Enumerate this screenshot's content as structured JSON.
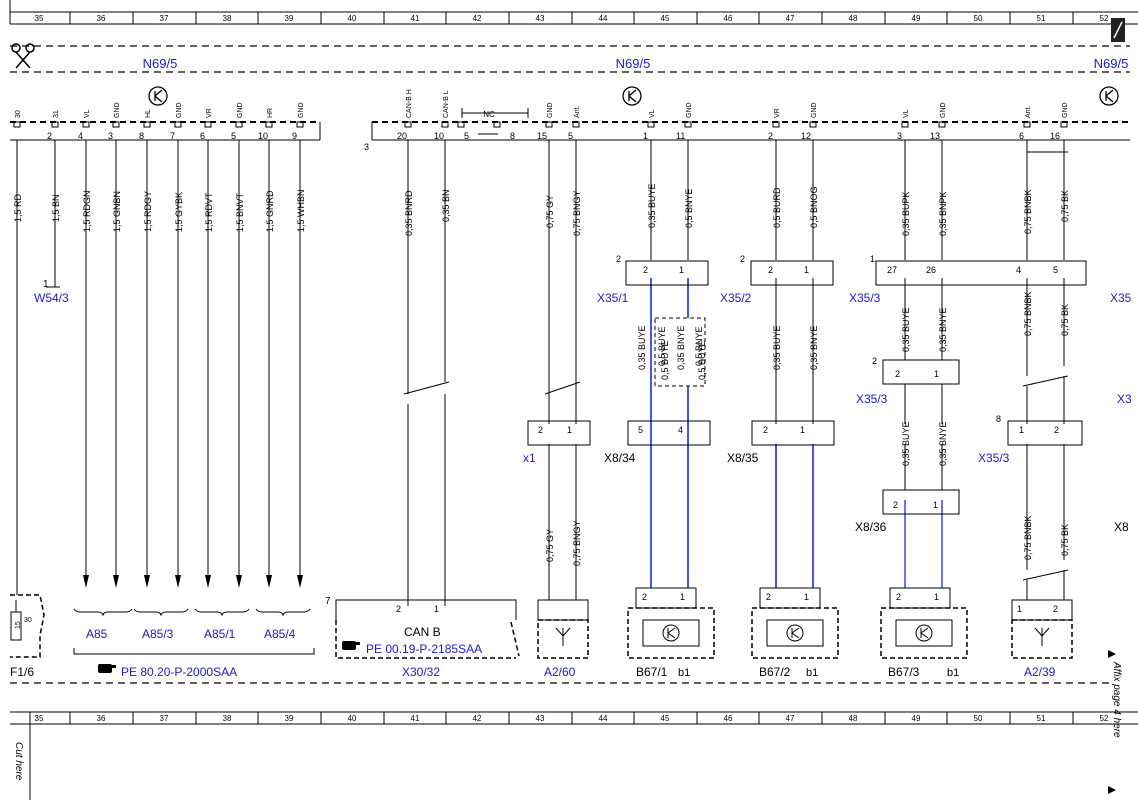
{
  "ruler": {
    "top": [
      "35",
      "36",
      "37",
      "38",
      "39",
      "40",
      "41",
      "42",
      "43",
      "44",
      "45",
      "46",
      "47",
      "48",
      "49",
      "50",
      "51",
      "52"
    ],
    "bottom": [
      "35",
      "36",
      "37",
      "38",
      "39",
      "40",
      "41",
      "42",
      "43",
      "44",
      "45",
      "46",
      "47",
      "48",
      "49",
      "50",
      "51",
      "52"
    ]
  },
  "module": {
    "left": "N69/5",
    "mid": "N69/5",
    "right": "N69/5"
  },
  "side_text": {
    "affix": "Affix page 4 here",
    "cut": "Cut here"
  },
  "pins": {
    "p30": "30",
    "p31": "31",
    "p1": "VL",
    "p2": "GND",
    "p3": "HL",
    "p4": "GND",
    "p5": "VR",
    "p6": "GND",
    "p7": "HR",
    "p8": "GND",
    "p9": "CAN-B H",
    "p10": "CAN-B L",
    "nc": "NC",
    "p11": "GND",
    "p12": "Ant.",
    "p13": "VL",
    "p14": "GND",
    "p15": "VR",
    "p16": "GND",
    "p17": "VL",
    "p18": "GND",
    "p19": "Ant.",
    "p20": "GND"
  },
  "pin_numbers": {
    "a": "2",
    "b": "4",
    "c": "3",
    "d": "8",
    "e": "7",
    "f": "6",
    "g": "5",
    "h": "10",
    "i": "9",
    "j": "3",
    "k": "20",
    "l": "10",
    "m": "5",
    "n": "8",
    "o": "15",
    "p": "5",
    "q": "1",
    "r": "11",
    "s": "2",
    "t": "12",
    "u": "3",
    "v": "13",
    "w": "6",
    "x": "16"
  },
  "wires": {
    "w1": "1,5 RD",
    "w2": "1,5 BN",
    "w3": "1,5 RDGN",
    "w4": "1,5 GNBN",
    "w5": "1,5 RDGY",
    "w6": "1,5 GYBK",
    "w7": "1,5 RDVT",
    "w8": "1,5 BNVT",
    "w9": "1,5 GNRD",
    "w10": "1,5 WHBN",
    "w11": "0,35 BNRD",
    "w12": "0,35 BN",
    "w13": "0,75 GY",
    "w14": "0,75 BNGY",
    "w15": "0,35 BUYE",
    "w16": "0,5 BNYE",
    "w17": "0,5 BURD",
    "w18": "0,5 BNOG",
    "w19": "0,35 BUPK",
    "w20": "0,35 BNPK",
    "w21": "0,75 BNBK",
    "w22": "0,75 BK",
    "w23": "0,35 BUYE",
    "w24": "0,35 BNYE",
    "w25": "0,35 BUYE",
    "w26": "0,35 BNYE",
    "w27": "0,35 BUYE",
    "w28": "0,35 BNYE",
    "w29": "0,35 BUYE",
    "w30": "0,35 BNYE",
    "w31": "0,75 BNBK",
    "w32": "0,75 BK",
    "w33": "0,75 GY",
    "w34": "0,75 BNGY",
    "w35": "0,75 BNBK",
    "w36": "0,75 BK",
    "w37": "0,5 BUYE",
    "w38": "0,5 BUYE",
    "w39": "0,5 BNYE",
    "w40": "0,5 BUYE"
  },
  "labels": {
    "w54": "W54/3",
    "w54pin": "1",
    "x35_1": "X35/1",
    "x35_2": "X35/2",
    "x35_3a": "X35/3",
    "x35_3b": "X35/3",
    "x35_3c": "X35/3",
    "x35_cut": "X35",
    "x35_3_cut": "X3",
    "x1": "x1",
    "x8_34": "X8/34",
    "x8_35": "X8/35",
    "x8_36": "X8/36",
    "x8_cut": "X8",
    "a85": "A85",
    "a85_3": "A85/3",
    "a85_1": "A85/1",
    "a85_4": "A85/4",
    "can_b": "CAN B",
    "x30_32": "X30/32",
    "x30_num": "7",
    "a2_60": "A2/60",
    "b67_1": "B67/1",
    "b67_2": "B67/2",
    "b67_3": "B67/3",
    "a2_39": "A2/39",
    "b1a": "b1",
    "b1b": "b1",
    "b1c": "b1",
    "f16": "F1/6",
    "fuse": "15",
    "fuse_pin": "30",
    "pe1": "PE 80.20-P-2000SAA",
    "pe2": "PE 00.19-P-2185SAA"
  },
  "connector_pins": {
    "c1": "2",
    "c2": "1",
    "c3": "2",
    "c4": "1",
    "c5": "27",
    "c6": "26",
    "c7": "4",
    "c8": "5",
    "c9": "2",
    "c10": "1",
    "c11": "2",
    "c12": "1",
    "c13": "5",
    "c14": "4",
    "c15": "2",
    "c16": "1",
    "c17": "1",
    "c18": "2",
    "c19": "2",
    "c20": "1",
    "c21": "2",
    "c22": "1",
    "c23": "2",
    "c24": "1",
    "c25": "2",
    "c26": "1",
    "c27": "1",
    "c28": "2",
    "c29": "2",
    "c30": "1",
    "n1": "2",
    "n2": "2",
    "n3": "1",
    "n4": "2",
    "n5": "8"
  },
  "colors": {
    "ink": "#000000",
    "label": "#1a1acc",
    "wire_blue": "#1030e0"
  }
}
